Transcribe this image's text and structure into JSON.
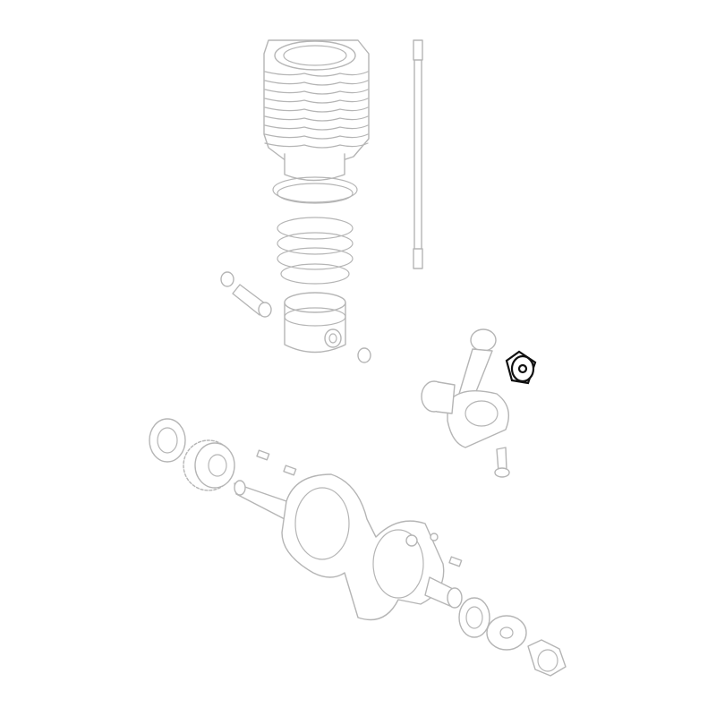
{
  "colors": {
    "background": "#ffffff",
    "faded_line": "#b5b5b5",
    "highlight_line": "#111111"
  },
  "icons": [
    "cylinder",
    "push-rod",
    "piston-rings",
    "piston",
    "piston-pin",
    "circlip",
    "connecting-rod",
    "connecting-rod-bushing",
    "bearing-shell",
    "crankshaft",
    "timing-gear",
    "thrust-washer",
    "woodruff-key",
    "crank-bolt"
  ]
}
